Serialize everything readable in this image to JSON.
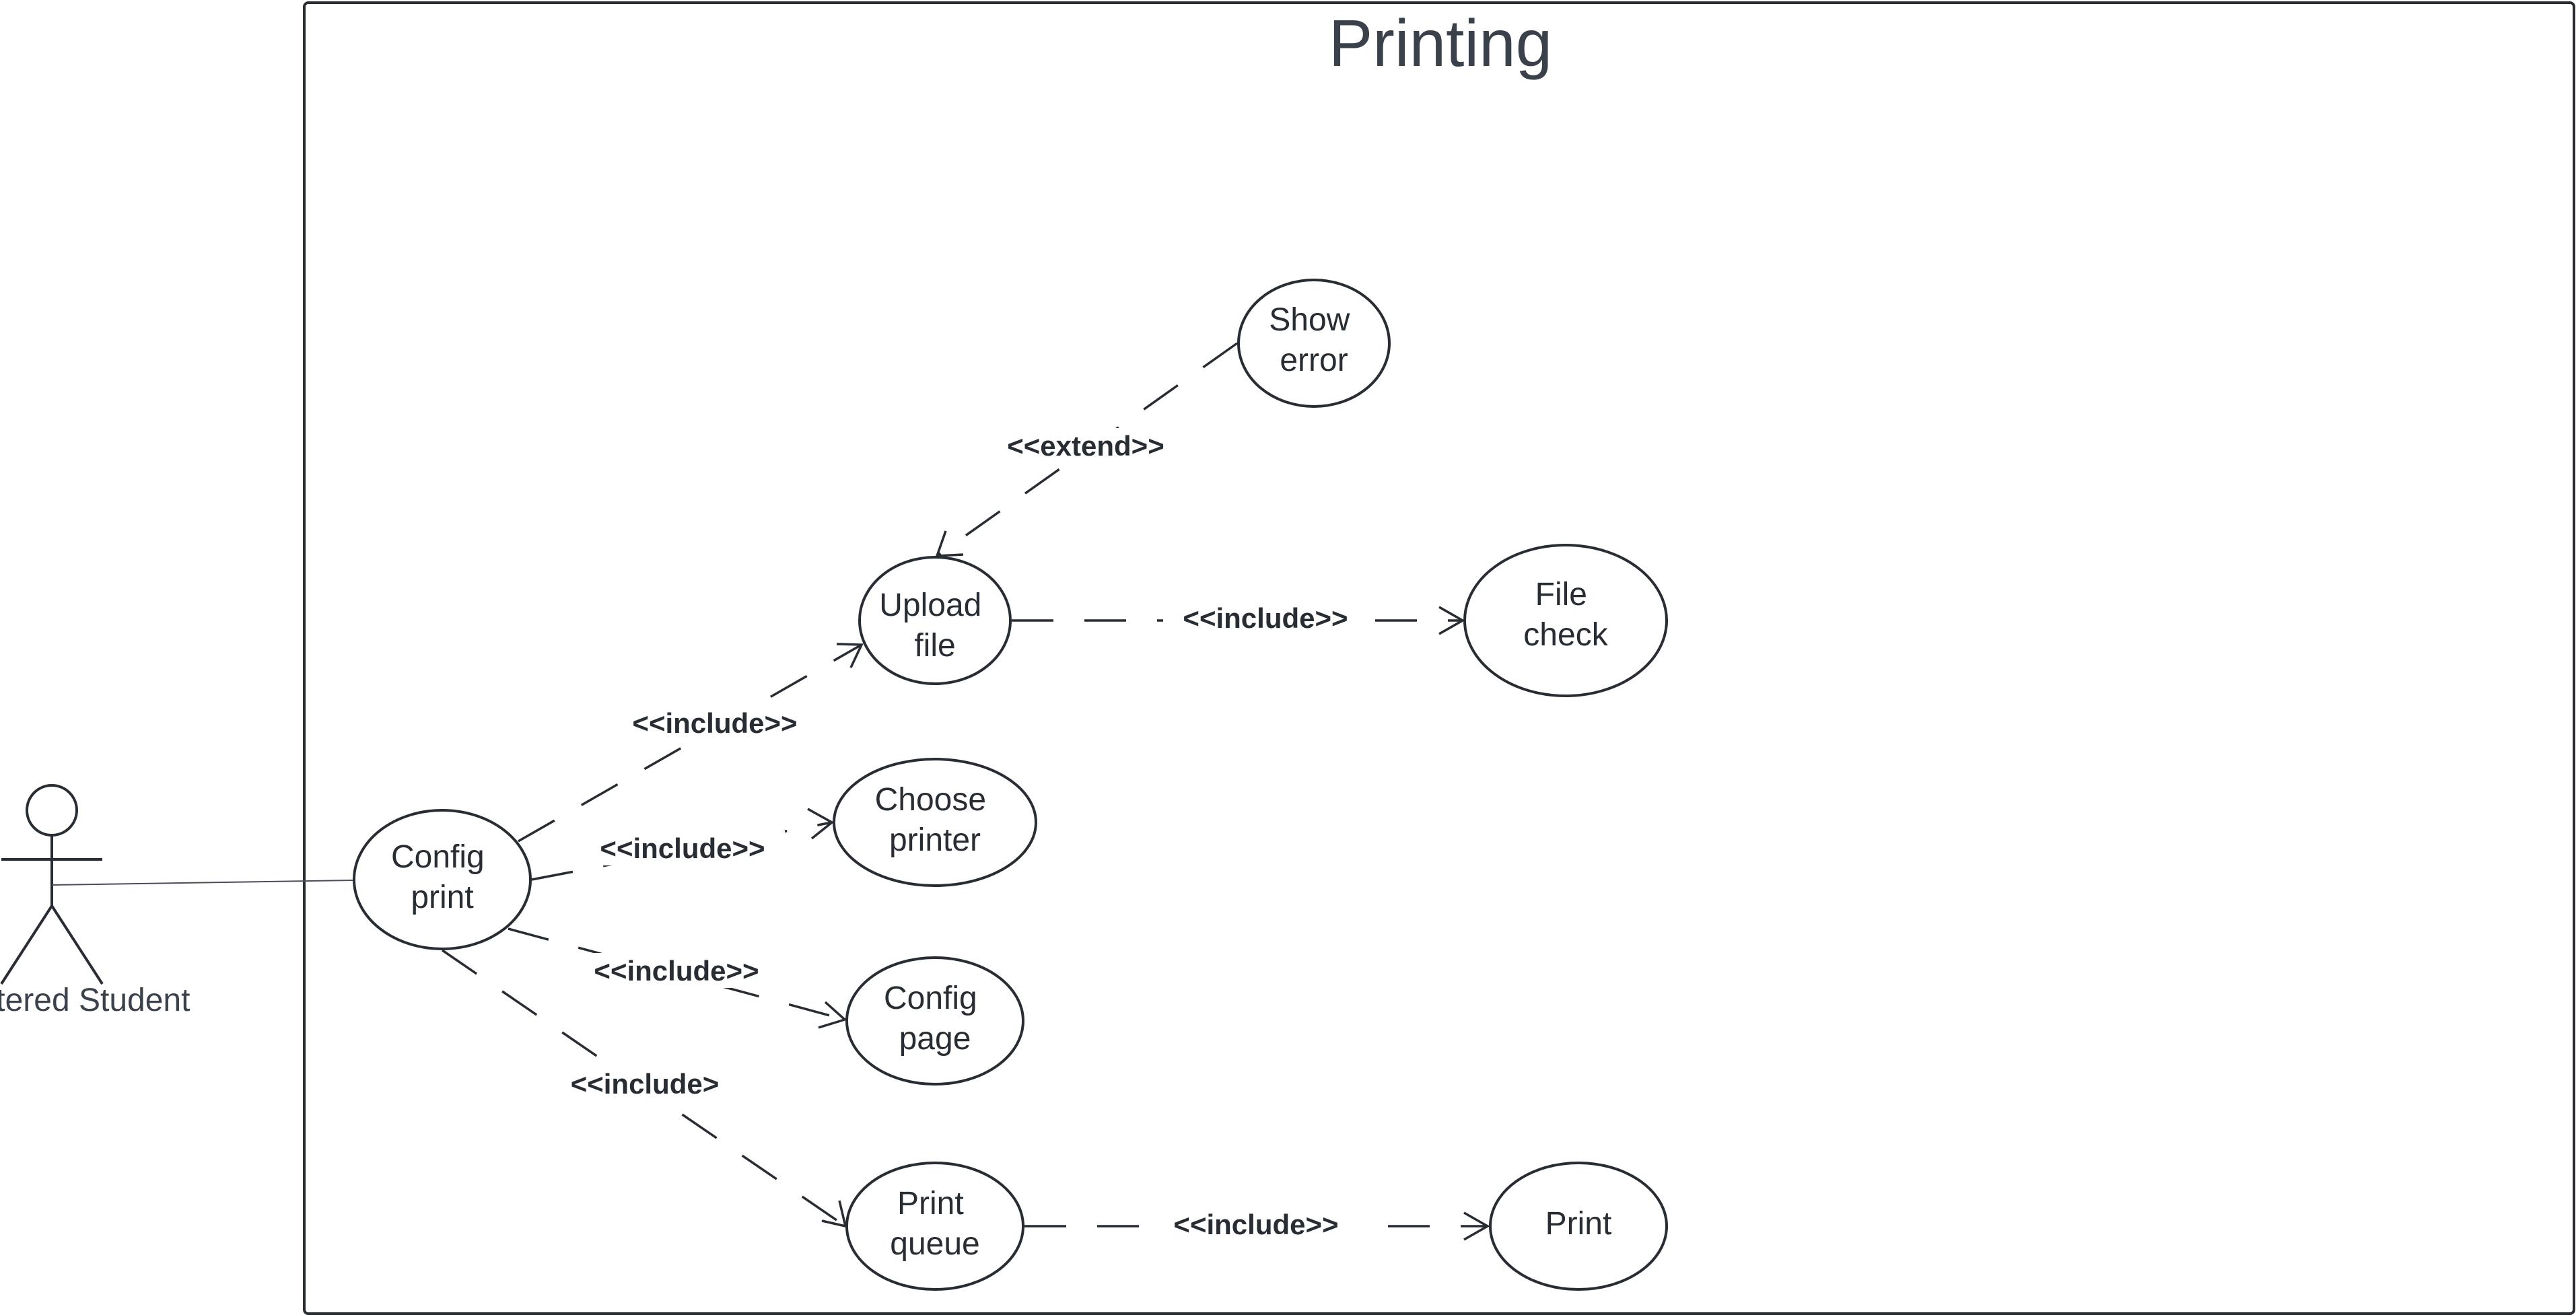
{
  "diagram": {
    "title": "Printing",
    "actor": {
      "label": "Registered Student"
    },
    "use_cases": {
      "config_print": [
        "Config",
        "print"
      ],
      "upload_file": [
        "Upload",
        "file"
      ],
      "show_error": [
        "Show",
        "error"
      ],
      "file_check": [
        "File",
        "check"
      ],
      "choose_printer": [
        "Choose",
        "printer"
      ],
      "config_page": [
        "Config",
        "page"
      ],
      "print_queue": [
        "Print",
        "queue"
      ],
      "print": [
        "Print"
      ]
    },
    "relationships": {
      "config_print_upload_file": "<<include>>",
      "config_print_choose_printer": "<<include>>",
      "config_print_config_page": "<<include>>",
      "config_print_print_queue": "<<include>",
      "upload_file_file_check": "<<include>>",
      "show_error_upload_file": "<<extend>>",
      "print_queue_print": "<<include>>"
    }
  }
}
